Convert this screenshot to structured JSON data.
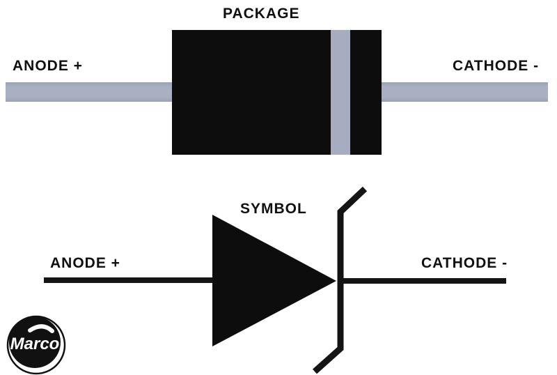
{
  "diagram": {
    "package": {
      "title": "PACKAGE",
      "anode_label": "ANODE +",
      "cathode_label": "CATHODE -"
    },
    "symbol": {
      "title": "SYMBOL",
      "anode_label": "ANODE +",
      "cathode_label": "CATHODE -"
    }
  },
  "logo": {
    "brand": "Marco"
  },
  "colors": {
    "background": "#ffffff",
    "ink_black": "#0d0d0d",
    "lead_gray": "#a6adc0"
  }
}
